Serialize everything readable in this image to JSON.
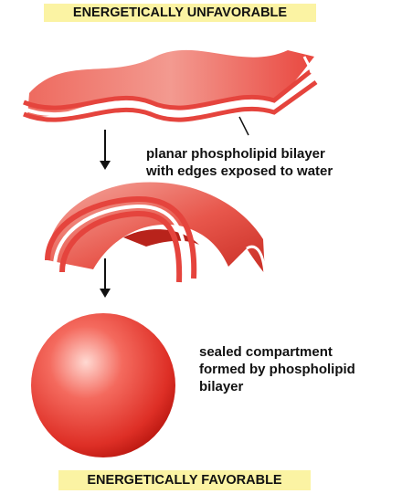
{
  "banners": {
    "top": "ENERGETICALLY UNFAVORABLE",
    "bottom": "ENERGETICALLY FAVORABLE"
  },
  "labels": {
    "planar": {
      "line1": "planar phospholipid bilayer",
      "line2": "with edges exposed to water"
    },
    "sealed": {
      "line1": "sealed compartment",
      "line2": "formed by phospholipid",
      "line3": "bilayer"
    }
  },
  "colors": {
    "banner": "#fbf3a3",
    "membrane": "#e5443d",
    "membrane_light": "#f28c80",
    "sphere_dark": "#c21a12",
    "sphere_light": "#ffd6cf",
    "arrow": "#111111"
  }
}
